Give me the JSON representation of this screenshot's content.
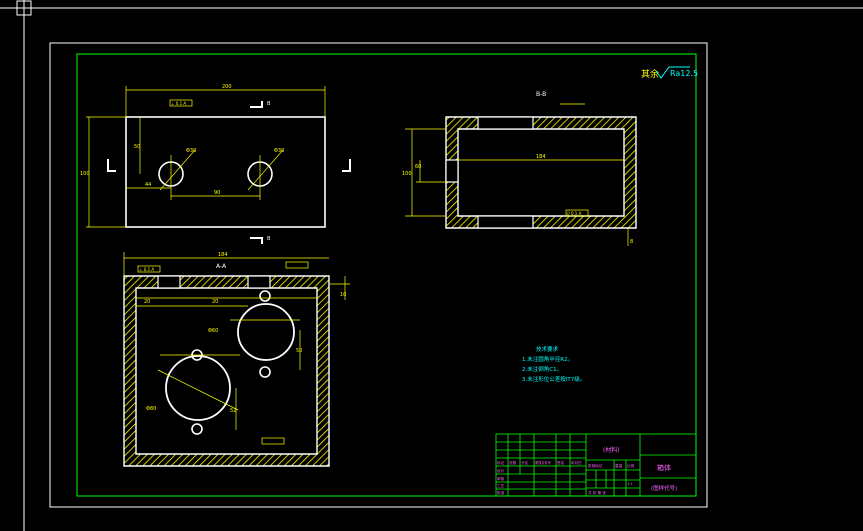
{
  "colors": {
    "background": "#000000",
    "sheet_border": "#ffffff",
    "frame": "#00ff00",
    "outline": "#ffffff",
    "section_hatch": "#ffff00",
    "dimension": "#ffff00",
    "notes": "#00ffff",
    "title_block": "#00ff00",
    "title_text": "#ff66ff"
  },
  "roughness": {
    "prefix": "其余",
    "value": "Ra12.5"
  },
  "section_marks": {
    "cut_label": "B",
    "section_aa_title": "A-A",
    "section_bb_title": "B-B"
  },
  "top_view_dims": {
    "overall_width": "200",
    "overall_height": "100",
    "hole_offset": "50",
    "hole_spacing": "90",
    "left_offset": "44",
    "hole_dia_1": "Φ30",
    "hole_dia_2": "Φ30",
    "tol_tag": "⊥ 0.1 A"
  },
  "section_bb_dims": {
    "inner_length": "184",
    "depth": "100",
    "height": "60",
    "slot": "8",
    "tol_tag": "// 0.1 A"
  },
  "section_aa_dims": {
    "inner_width": "184",
    "slot_left": "20",
    "slot_mid": "20",
    "wall": "10",
    "big_hole": "Φ80",
    "small_hole": "Φ60",
    "offset_a": "52",
    "offset_b": "50",
    "tol_tag": "⊥ 0.1 A"
  },
  "notes": {
    "title": "技术要求",
    "lines": [
      "1.未注圆角半径R2。",
      "2.未注倒角C1。",
      "3.未注形位公差按IT7级。"
    ]
  },
  "title_block": {
    "material": "(材料)",
    "part_name": "箱体",
    "drawing_no": "(图样代号)",
    "row_labels": [
      "标记",
      "处数",
      "分区",
      "更改文件号",
      "签名",
      "年月日"
    ],
    "bottom_labels": [
      "设计",
      "审核",
      "工艺",
      "批准"
    ],
    "stage_label": "阶段标记",
    "weight_label": "重量",
    "scale_label": "比例",
    "scale_value": "1:1",
    "sheet_label": "共 张 第 张"
  }
}
